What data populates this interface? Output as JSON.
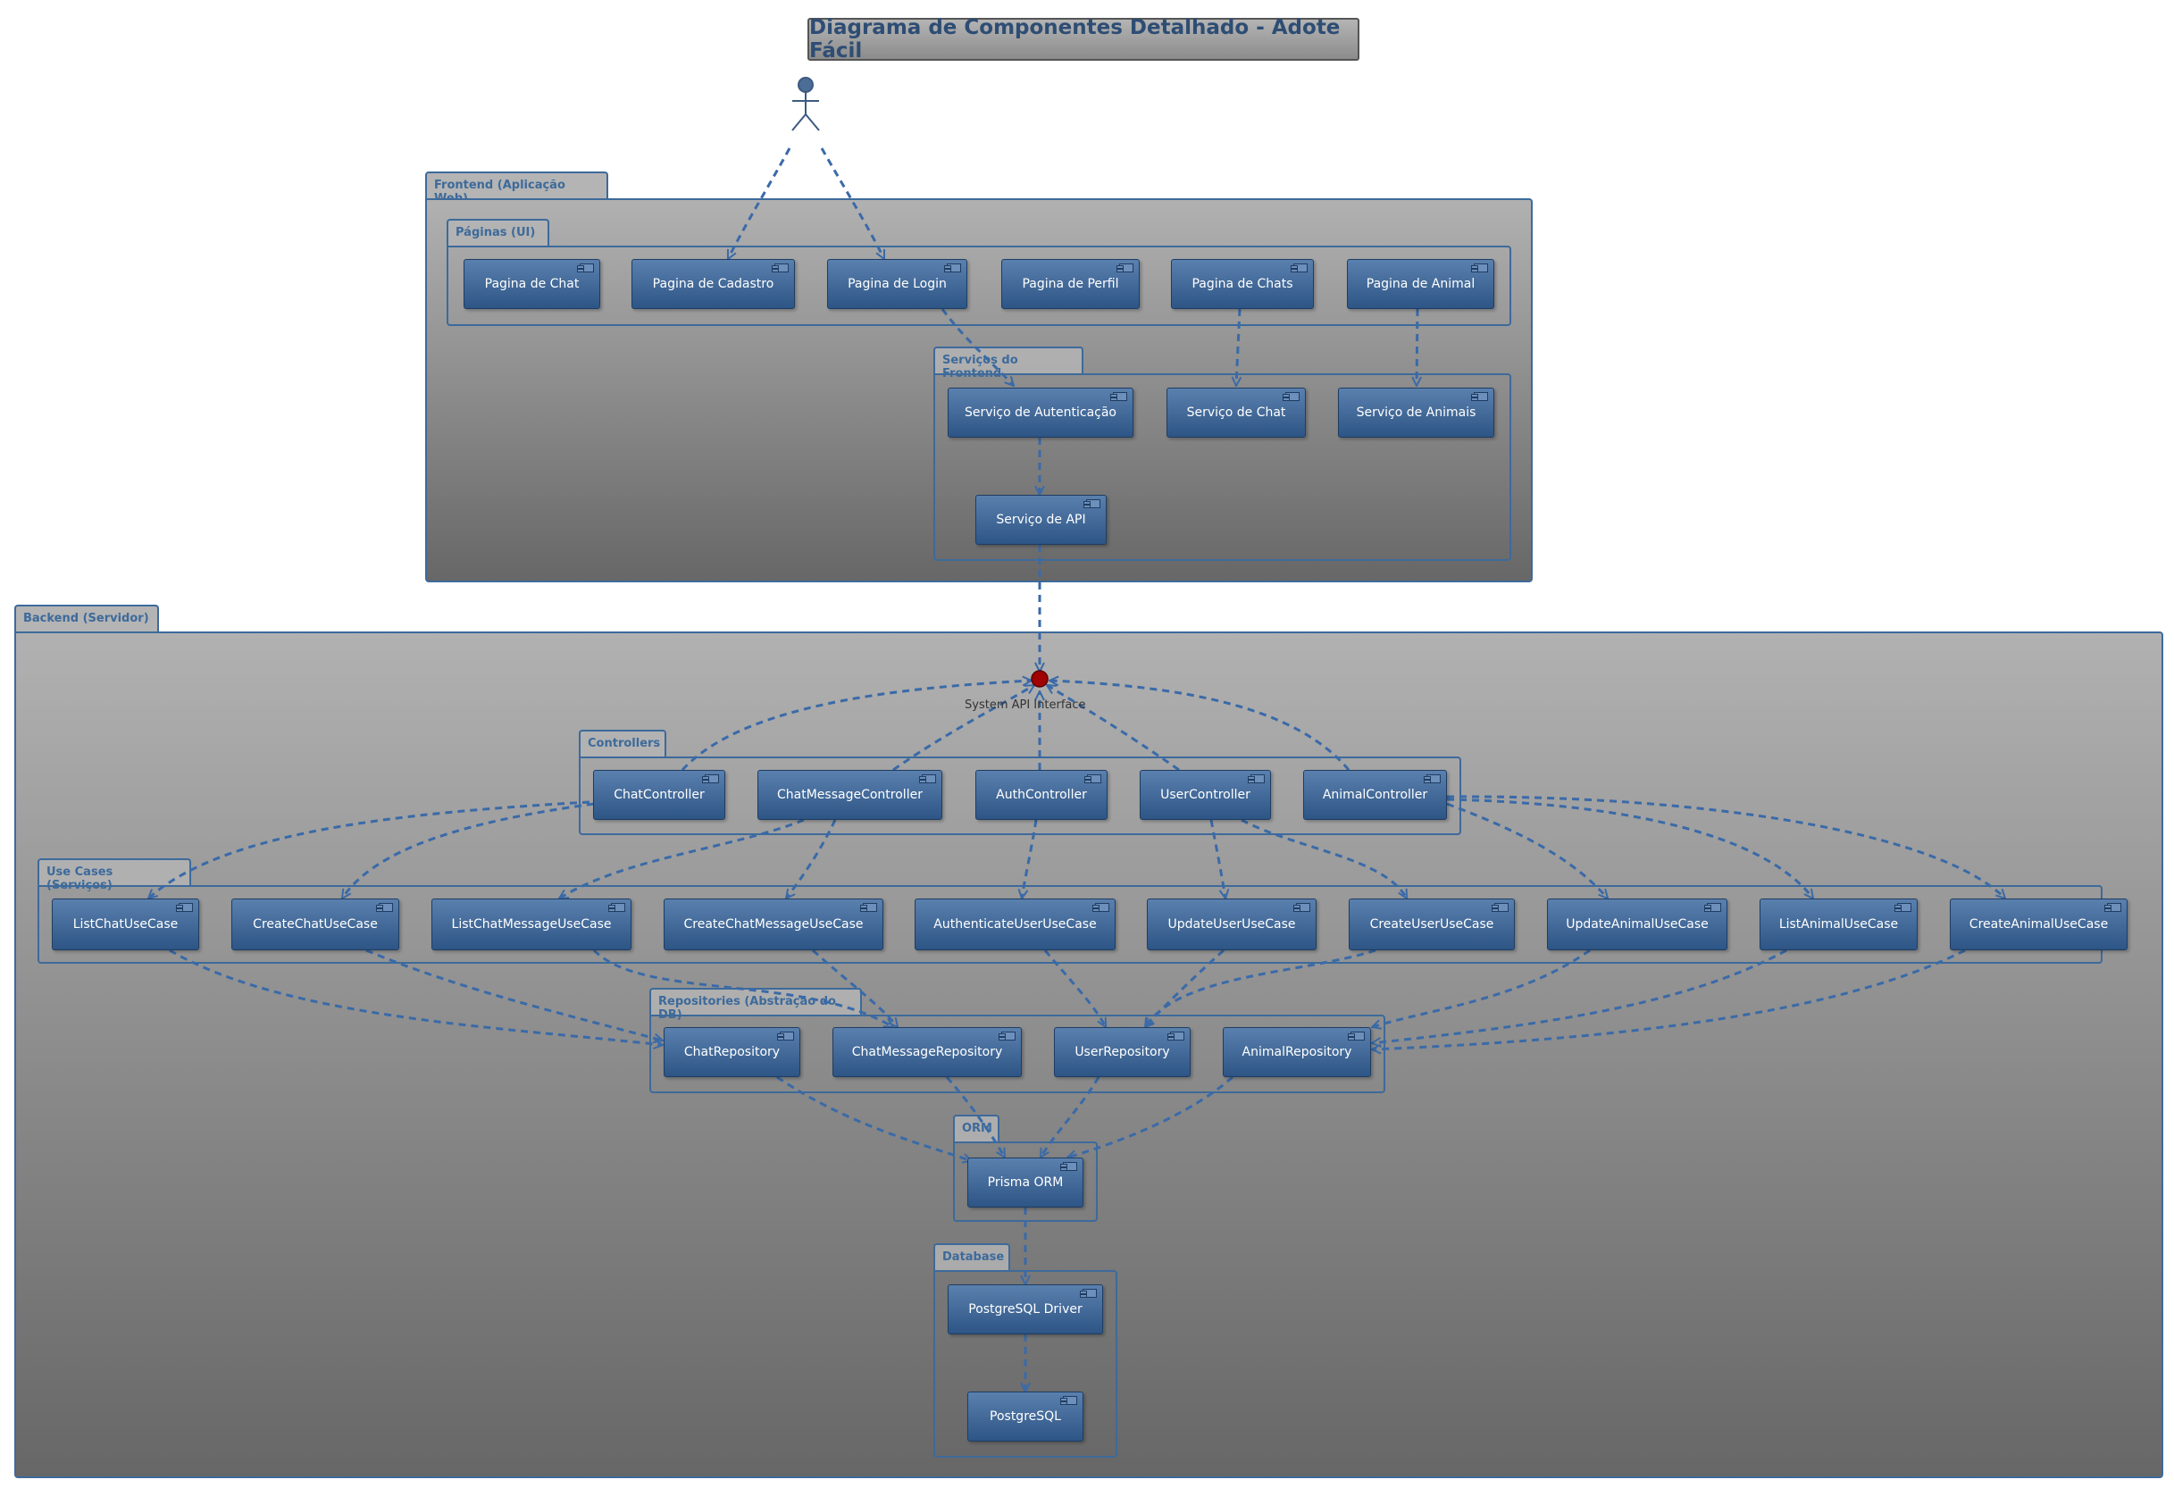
{
  "title": "Diagrama de Componentes Detalhado - Adote Fácil",
  "packages": {
    "frontend": "Frontend (Aplicação Web)",
    "pages": "Páginas (UI)",
    "frontend_services": "Serviços do Frontend",
    "backend": "Backend (Servidor)",
    "controllers": "Controllers",
    "use_cases": "Use Cases (Serviços)",
    "repositories": "Repositories (Abstração do DB)",
    "orm": "ORM",
    "database": "Database"
  },
  "components": {
    "page_chat": "Pagina de Chat",
    "page_cadastro": "Pagina de Cadastro",
    "page_login": "Pagina de Login",
    "page_perfil": "Pagina de Perfil",
    "page_chats": "Pagina de Chats",
    "page_animal": "Pagina de Animal",
    "svc_auth": "Serviço de Autenticação",
    "svc_chat": "Serviço de Chat",
    "svc_animais": "Serviço de Animais",
    "svc_api": "Serviço de API",
    "chat_controller": "ChatController",
    "chat_message_controller": "ChatMessageController",
    "auth_controller": "AuthController",
    "user_controller": "UserController",
    "animal_controller": "AnimalController",
    "list_chat_uc": "ListChatUseCase",
    "create_chat_uc": "CreateChatUseCase",
    "list_chat_message_uc": "ListChatMessageUseCase",
    "create_chat_message_uc": "CreateChatMessageUseCase",
    "authenticate_user_uc": "AuthenticateUserUseCase",
    "update_user_uc": "UpdateUserUseCase",
    "create_user_uc": "CreateUserUseCase",
    "update_animal_uc": "UpdateAnimalUseCase",
    "list_animal_uc": "ListAnimalUseCase",
    "create_animal_uc": "CreateAnimalUseCase",
    "chat_repo": "ChatRepository",
    "chat_message_repo": "ChatMessageRepository",
    "user_repo": "UserRepository",
    "animal_repo": "AnimalRepository",
    "prisma": "Prisma ORM",
    "pg_driver": "PostgreSQL Driver",
    "postgresql": "PostgreSQL"
  },
  "interface_label": "System API Interface",
  "colors": {
    "edge": "#3a6aa8",
    "component_top": "#5a80ae",
    "component_bottom": "#2d5585",
    "interface_dot": "#a00000",
    "title_text": "#2e4d74"
  }
}
